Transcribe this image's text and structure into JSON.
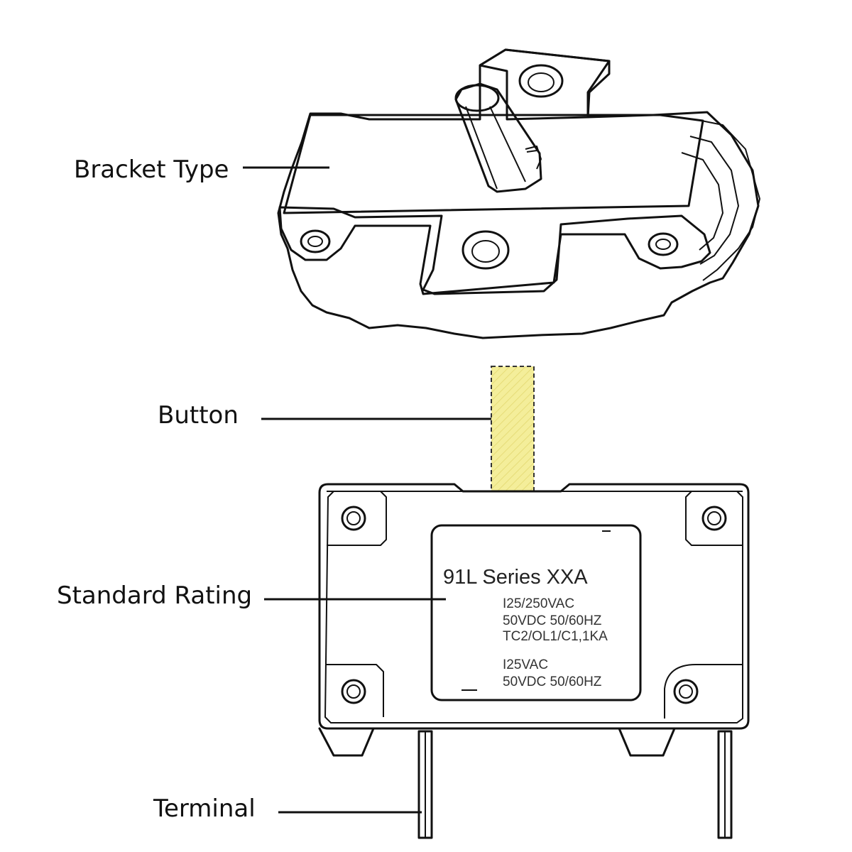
{
  "callouts": {
    "bracket": "Bracket Type",
    "button": "Button",
    "rating": "Standard Rating",
    "terminal": "Terminal"
  },
  "label_plate": {
    "title": "91L Series  XXA",
    "spec_lines": [
      "I25/250VAC",
      "50VDC  50/60HZ",
      "TC2/OL1/C1,1KA",
      "I25VAC",
      "50VDC  50/60HZ"
    ]
  },
  "colors": {
    "button_fill": "#f4ee9a",
    "line": "#111111",
    "background": "#ffffff"
  }
}
